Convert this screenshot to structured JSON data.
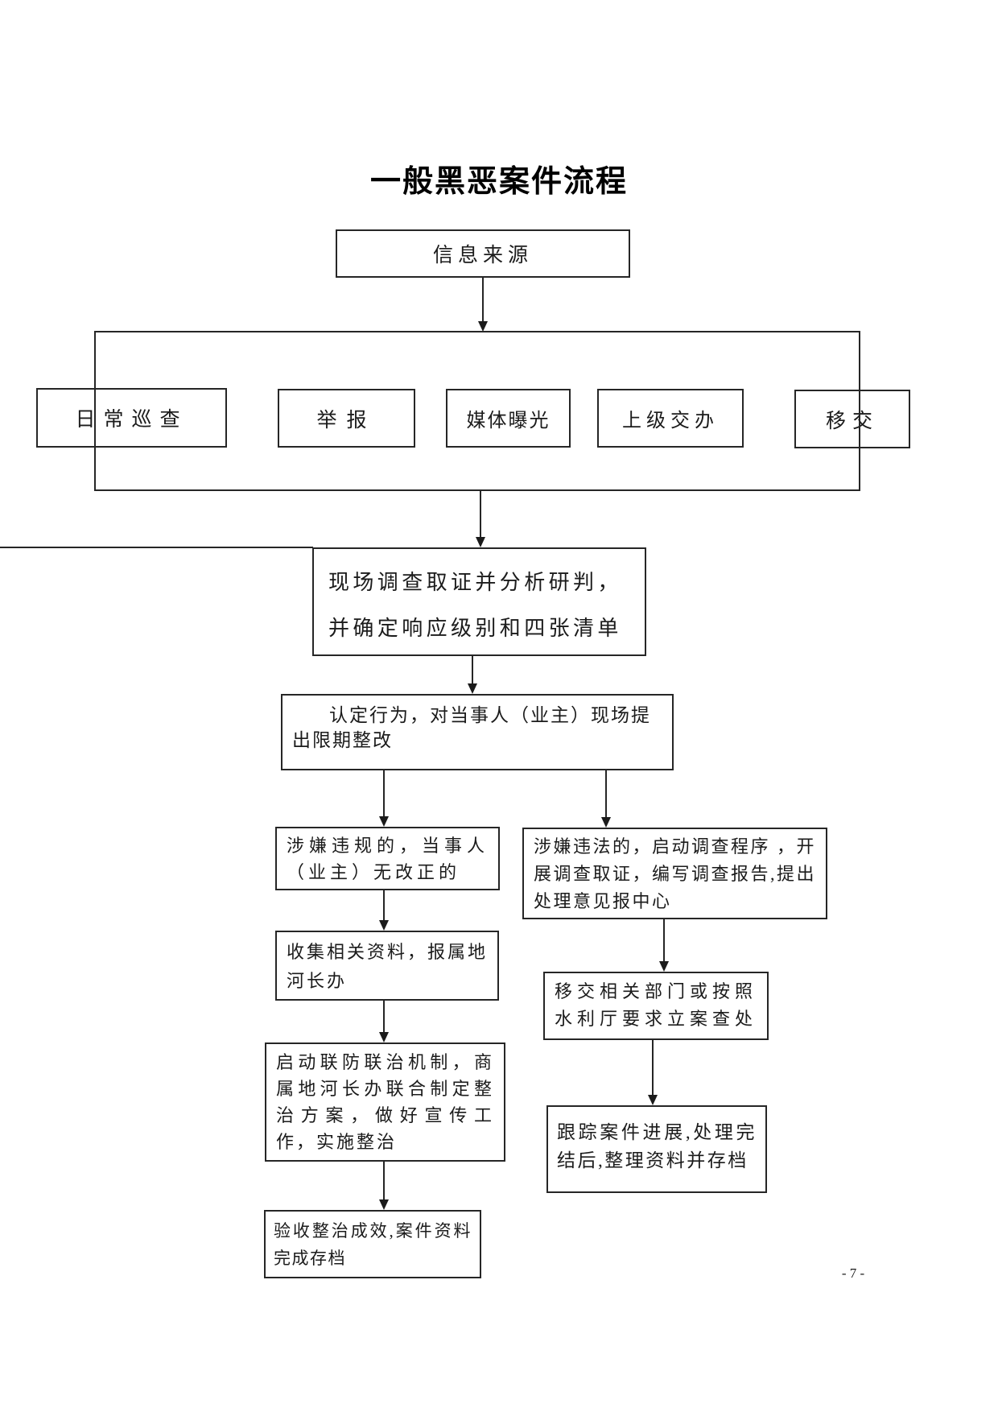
{
  "title": "一般黑恶案件流程",
  "page_number": "- 7 -",
  "flow": {
    "source": "信息来源",
    "channels": [
      {
        "label": "日常巡查"
      },
      {
        "label": "举报"
      },
      {
        "label": "媒体曝光"
      },
      {
        "label": "上级交办"
      },
      {
        "label": "移交"
      }
    ],
    "investigate": {
      "line1": "现场调查取证并分析研判，",
      "line2": "并确定响应级别和四张清单"
    },
    "identify": {
      "line1": "认定行为，对当事人（业主）现场提",
      "line2": "出限期整改"
    },
    "left_branch": {
      "step1": "涉嫌违规的，当事人（业主）无改正的",
      "step2": "收集相关资料，报属地河长办",
      "step3": "启动联防联治机制，商属地河长办联合制定整治方案，做好宣传工作，实施整治",
      "step4": "验收整治成效,案件资料完成存档"
    },
    "right_branch": {
      "step1": "涉嫌违法的，启动调查程序 ，开展调查取证，编写调查报告,提出处理意见报中心",
      "step2": "移交相关部门或按照水利厅要求立案查处",
      "step3": "跟踪案件进展,处理完结后,整理资料并存档"
    }
  },
  "colors": {
    "line": "#262626",
    "border": "#262626",
    "text": "#1b1b1b",
    "background": "#ffffff"
  }
}
